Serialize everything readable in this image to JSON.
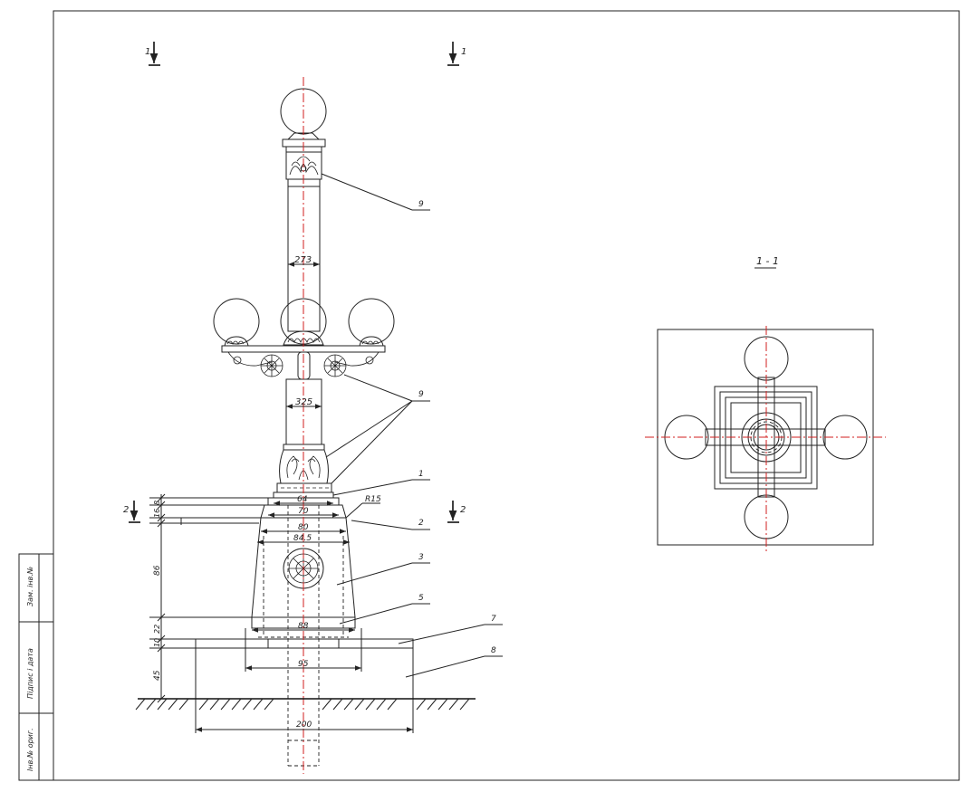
{
  "stamp": {
    "cells": [
      "Зам. інв.№",
      "Підпис і дата",
      "Інв.№ ориг."
    ]
  },
  "section_marks": {
    "mark_1": "1",
    "mark_2": "2",
    "view_title": "1 - 1"
  },
  "callouts": [
    "9",
    "9",
    "1",
    "2",
    "3",
    "5",
    "7",
    "8"
  ],
  "dimensions": {
    "post_dia_top": "273",
    "post_dia_mid": "325",
    "d64": "64",
    "d70": "70",
    "d80": "80",
    "d845": "84.5",
    "d88": "88",
    "d95": "95",
    "d200": "200",
    "radius": "R15",
    "v8": "8",
    "v16": "16",
    "v86": "86",
    "v22": "22",
    "v10": "10",
    "v45": "45"
  },
  "colors": {
    "line": "#222222",
    "axis": "#d21f1f"
  }
}
